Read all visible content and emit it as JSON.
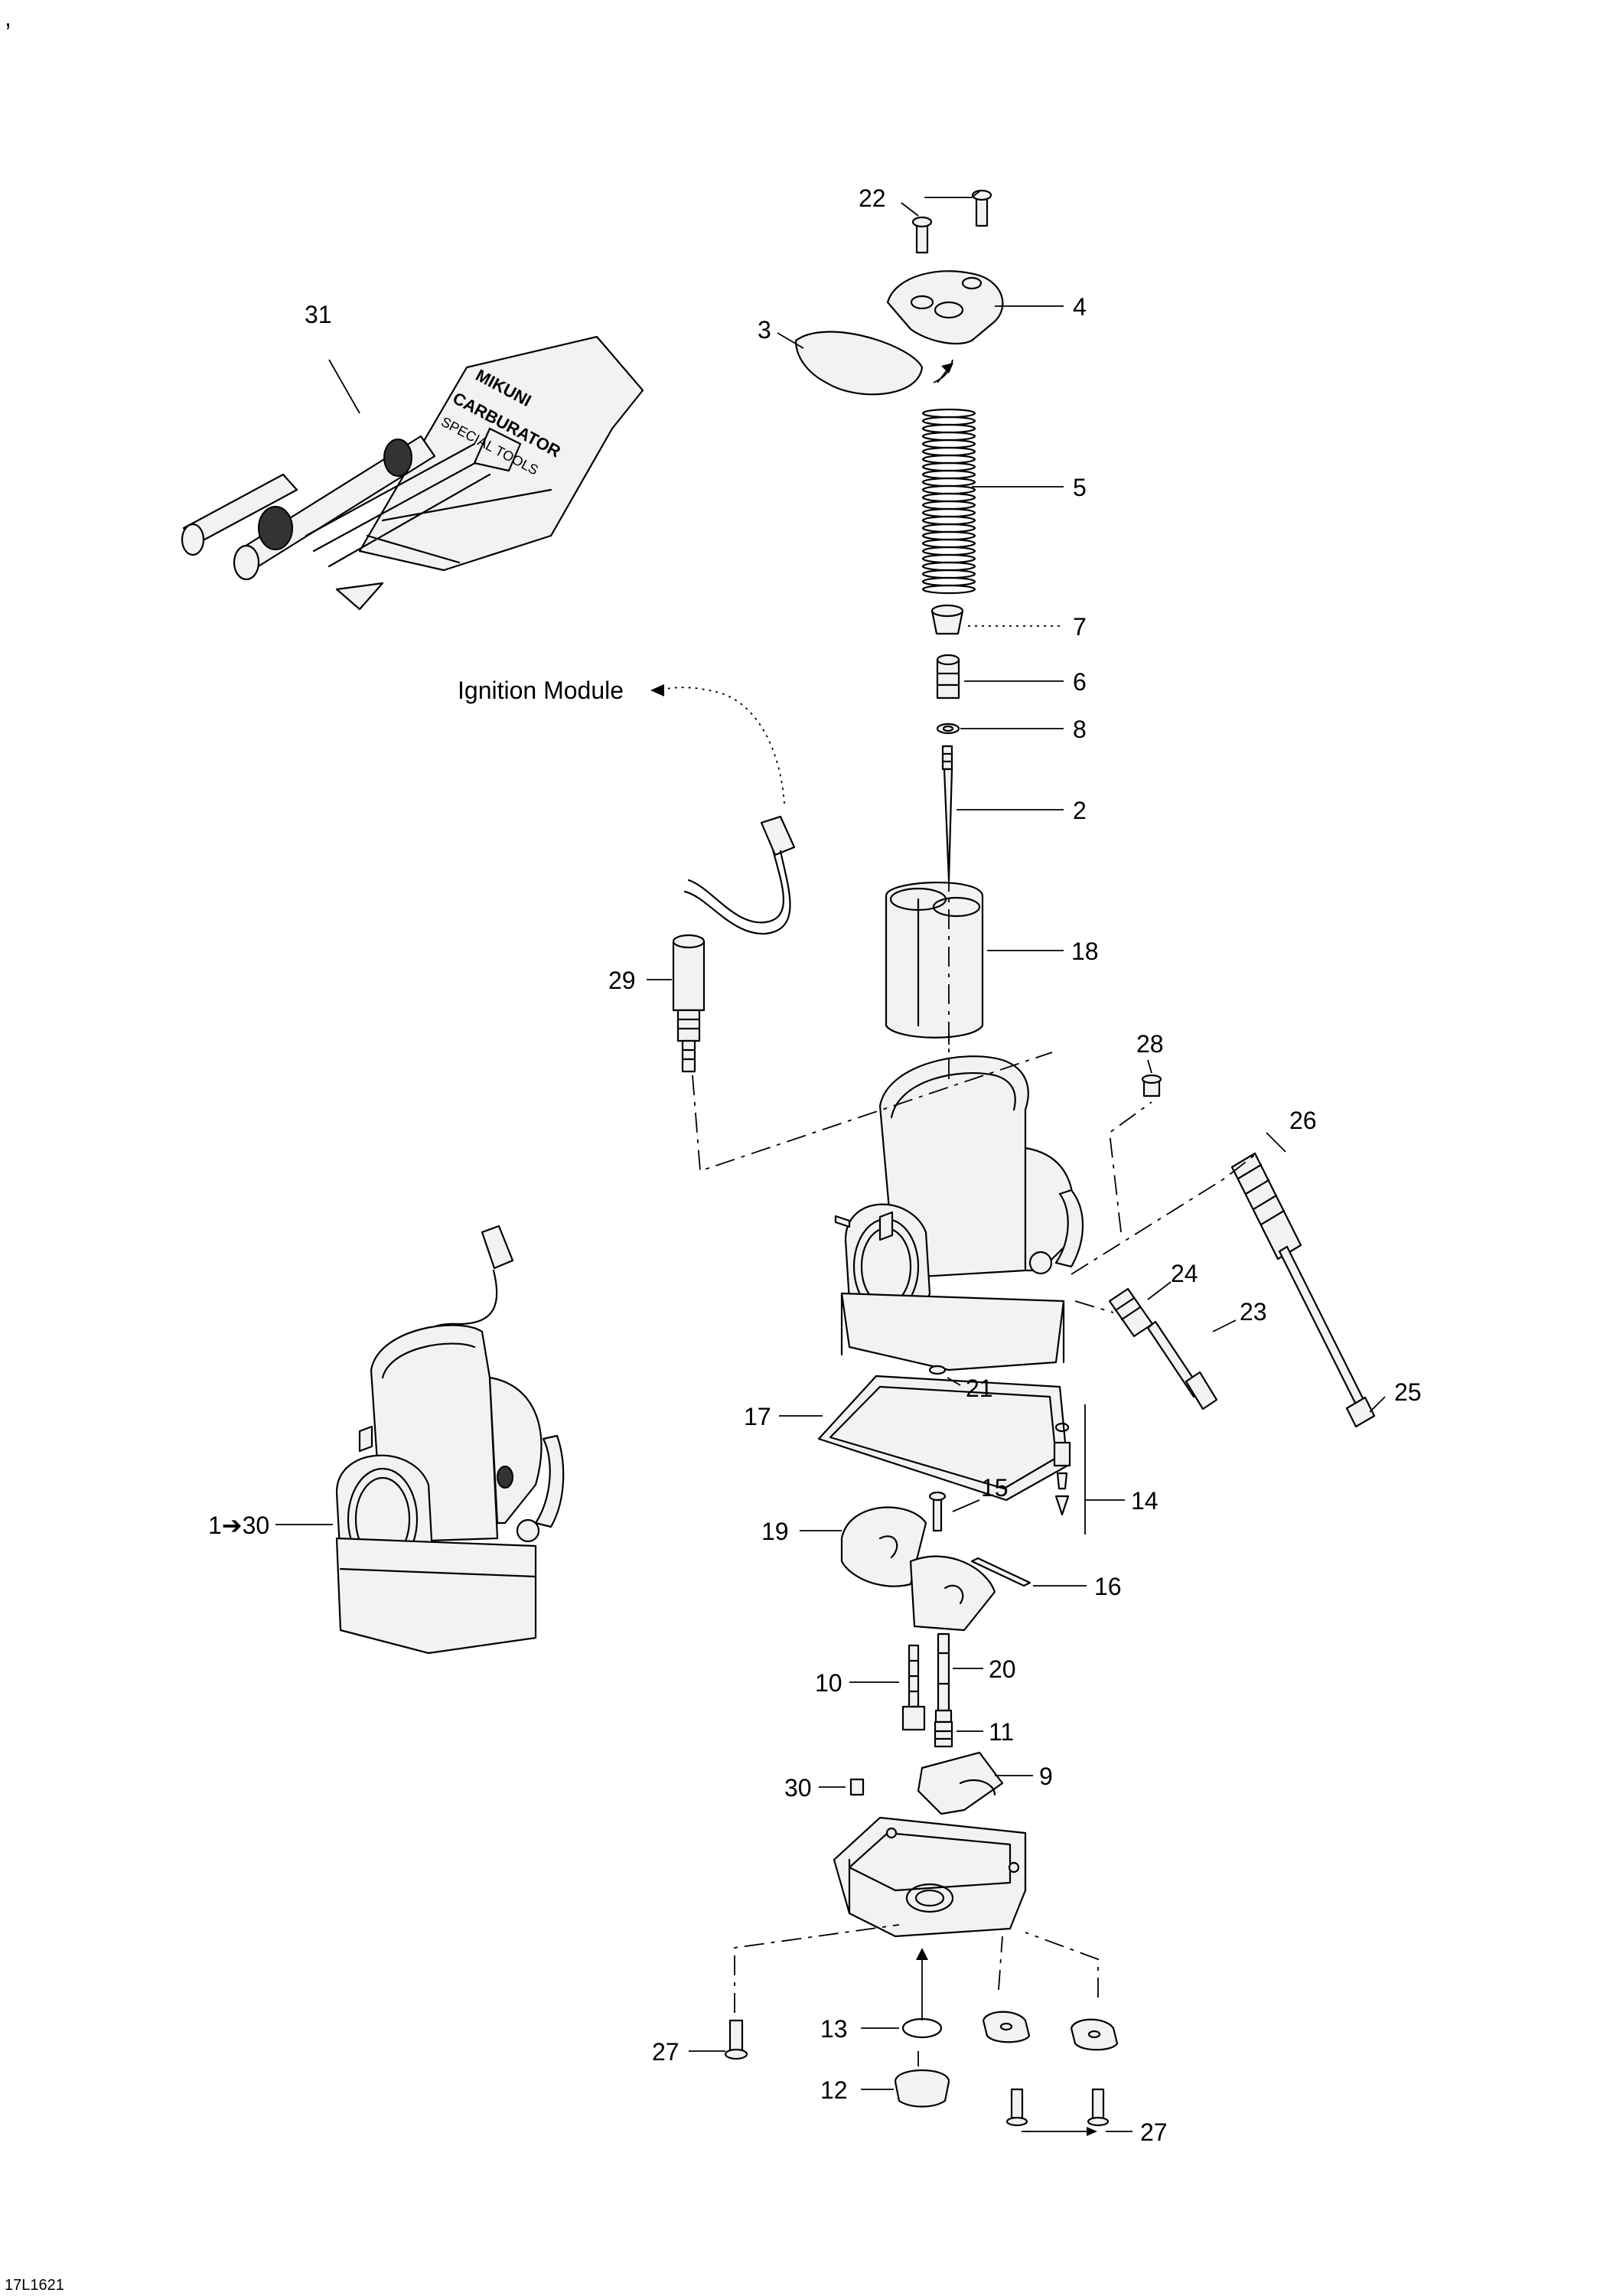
{
  "corner_mark": ",",
  "figure_code": "17L1621",
  "annotations": {
    "ignition_module": "Ignition Module"
  },
  "callouts": [
    {
      "id": "c22",
      "label": "22"
    },
    {
      "id": "c4",
      "label": "4"
    },
    {
      "id": "c31",
      "label": "31"
    },
    {
      "id": "c3",
      "label": "3"
    },
    {
      "id": "c5",
      "label": "5"
    },
    {
      "id": "c7",
      "label": "7"
    },
    {
      "id": "c6",
      "label": "6"
    },
    {
      "id": "c8",
      "label": "8"
    },
    {
      "id": "c2",
      "label": "2"
    },
    {
      "id": "c18",
      "label": "18"
    },
    {
      "id": "c29",
      "label": "29"
    },
    {
      "id": "c28",
      "label": "28"
    },
    {
      "id": "c26",
      "label": "26"
    },
    {
      "id": "c25",
      "label": "25"
    },
    {
      "id": "c24",
      "label": "24"
    },
    {
      "id": "c23",
      "label": "23"
    },
    {
      "id": "c21",
      "label": "21"
    },
    {
      "id": "c17",
      "label": "17"
    },
    {
      "id": "c1to30",
      "label": "1➔30"
    },
    {
      "id": "c14",
      "label": "14"
    },
    {
      "id": "c15",
      "label": "15"
    },
    {
      "id": "c19",
      "label": "19"
    },
    {
      "id": "c16",
      "label": "16"
    },
    {
      "id": "c10",
      "label": "10"
    },
    {
      "id": "c20",
      "label": "20"
    },
    {
      "id": "c11",
      "label": "11"
    },
    {
      "id": "c30",
      "label": "30"
    },
    {
      "id": "c9",
      "label": "9"
    },
    {
      "id": "c27a",
      "label": "27"
    },
    {
      "id": "c13",
      "label": "13"
    },
    {
      "id": "c12",
      "label": "12"
    },
    {
      "id": "c27b",
      "label": "27"
    }
  ],
  "tool_kit_lettering": [
    "MIKUNI",
    "CARBURATOR",
    "SPECIAL TOOLS"
  ]
}
